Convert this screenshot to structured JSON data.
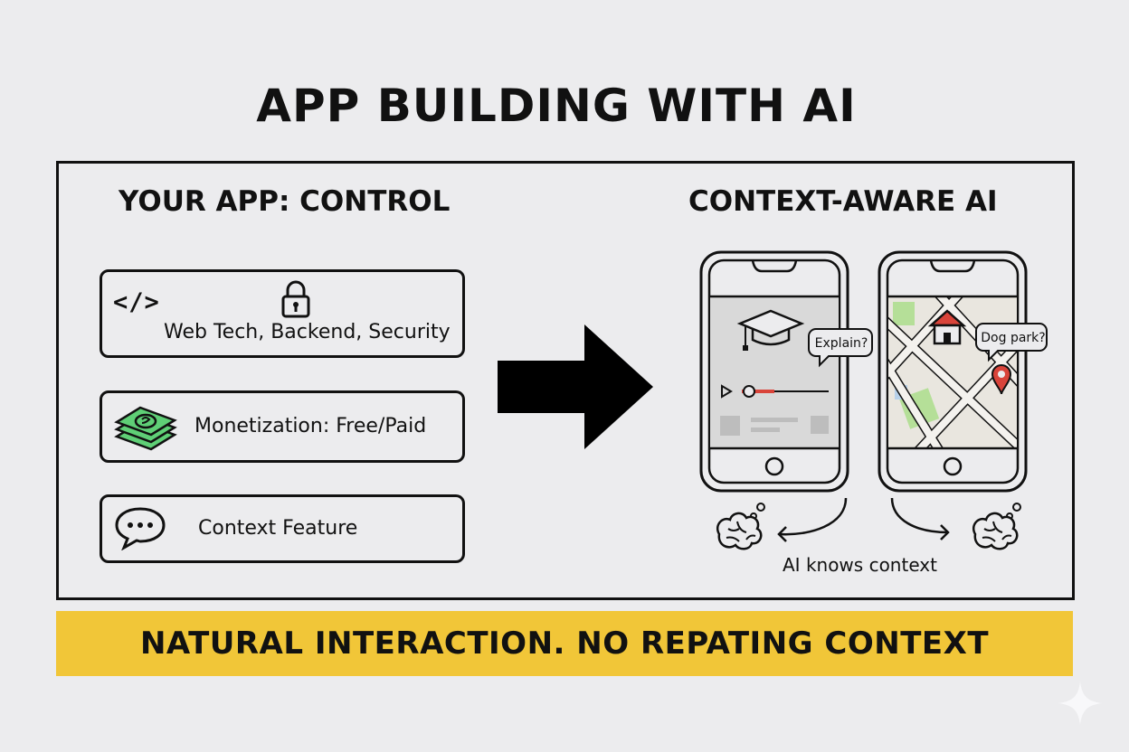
{
  "title": "APP BUILDING WITH AI",
  "left_column": {
    "heading": "YOUR APP: CONTROL",
    "features": [
      {
        "label": "Web Tech, Backend, Security",
        "code_glyph": "</>",
        "icons": [
          "code-icon",
          "lock-icon"
        ]
      },
      {
        "label": "Monetization: Free/Paid",
        "icons": [
          "money-icon"
        ]
      },
      {
        "label": "Context Feature",
        "icons": [
          "chat-bubble-icon"
        ]
      }
    ]
  },
  "right_column": {
    "heading": "CONTEXT-AWARE AI",
    "phones": [
      {
        "screen": "education-video",
        "bubble": "Explain?"
      },
      {
        "screen": "map",
        "bubble": "Dog park?"
      }
    ],
    "caption": "AI knows context"
  },
  "banner": {
    "text": "NATURAL INTERACTION. NO REPATING CONTEXT",
    "color": "#f1c638"
  },
  "colors": {
    "background": "#ececee",
    "map_park": "#b5df98",
    "map_pin": "#d9443a",
    "progress_played": "#d9443a",
    "money": "#5fcf76"
  }
}
